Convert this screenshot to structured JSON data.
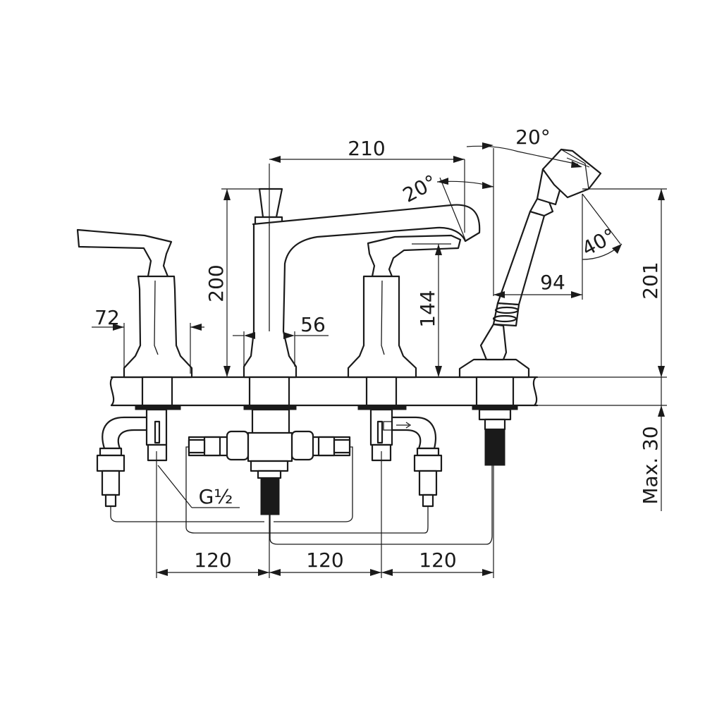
{
  "dimensions": {
    "spout_reach": "210",
    "spout_angle": "20°",
    "shower_angle_top": "20°",
    "shower_angle_side": "40°",
    "handle_width": "72",
    "spout_base_width": "56",
    "spout_height": "200",
    "outlet_height": "144",
    "shower_reach": "94",
    "shower_height": "201",
    "deck_thickness": "Max. 30",
    "thread": "G½",
    "spacing_1": "120",
    "spacing_2": "120",
    "spacing_3": "120"
  }
}
